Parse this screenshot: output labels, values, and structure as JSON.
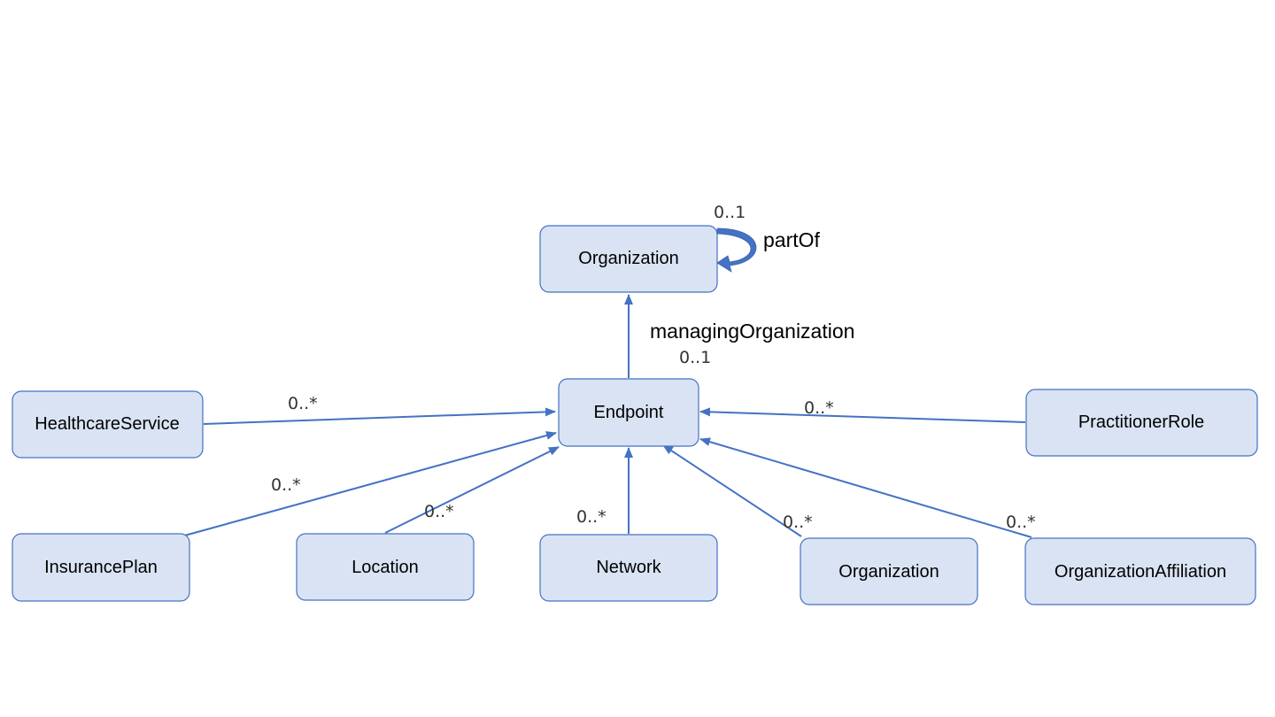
{
  "colors": {
    "node_fill": "#dae3f3",
    "node_border": "#4472c4",
    "edge": "#4472c4",
    "self_loop_fill": "#4472c4"
  },
  "nodes": {
    "organization_top": "Organization",
    "endpoint": "Endpoint",
    "healthcare_service": "HealthcareService",
    "practitioner_role": "PractitionerRole",
    "insurance_plan": "InsurancePlan",
    "location": "Location",
    "network": "Network",
    "organization_bottom": "Organization",
    "organization_affiliation": "OrganizationAffiliation"
  },
  "edges": {
    "part_of": {
      "role": "partOf",
      "multiplicity": "0..1"
    },
    "managing_organization": {
      "role": "managingOrganization",
      "multiplicity": "0..1"
    },
    "healthcare_service": {
      "multiplicity": "0..*"
    },
    "practitioner_role": {
      "multiplicity": "0..*"
    },
    "insurance_plan": {
      "multiplicity": "0..*"
    },
    "location": {
      "multiplicity": "0..*"
    },
    "network": {
      "multiplicity": "0..*"
    },
    "organization": {
      "multiplicity": "0..*"
    },
    "organization_affiliation": {
      "multiplicity": "0..*"
    }
  }
}
